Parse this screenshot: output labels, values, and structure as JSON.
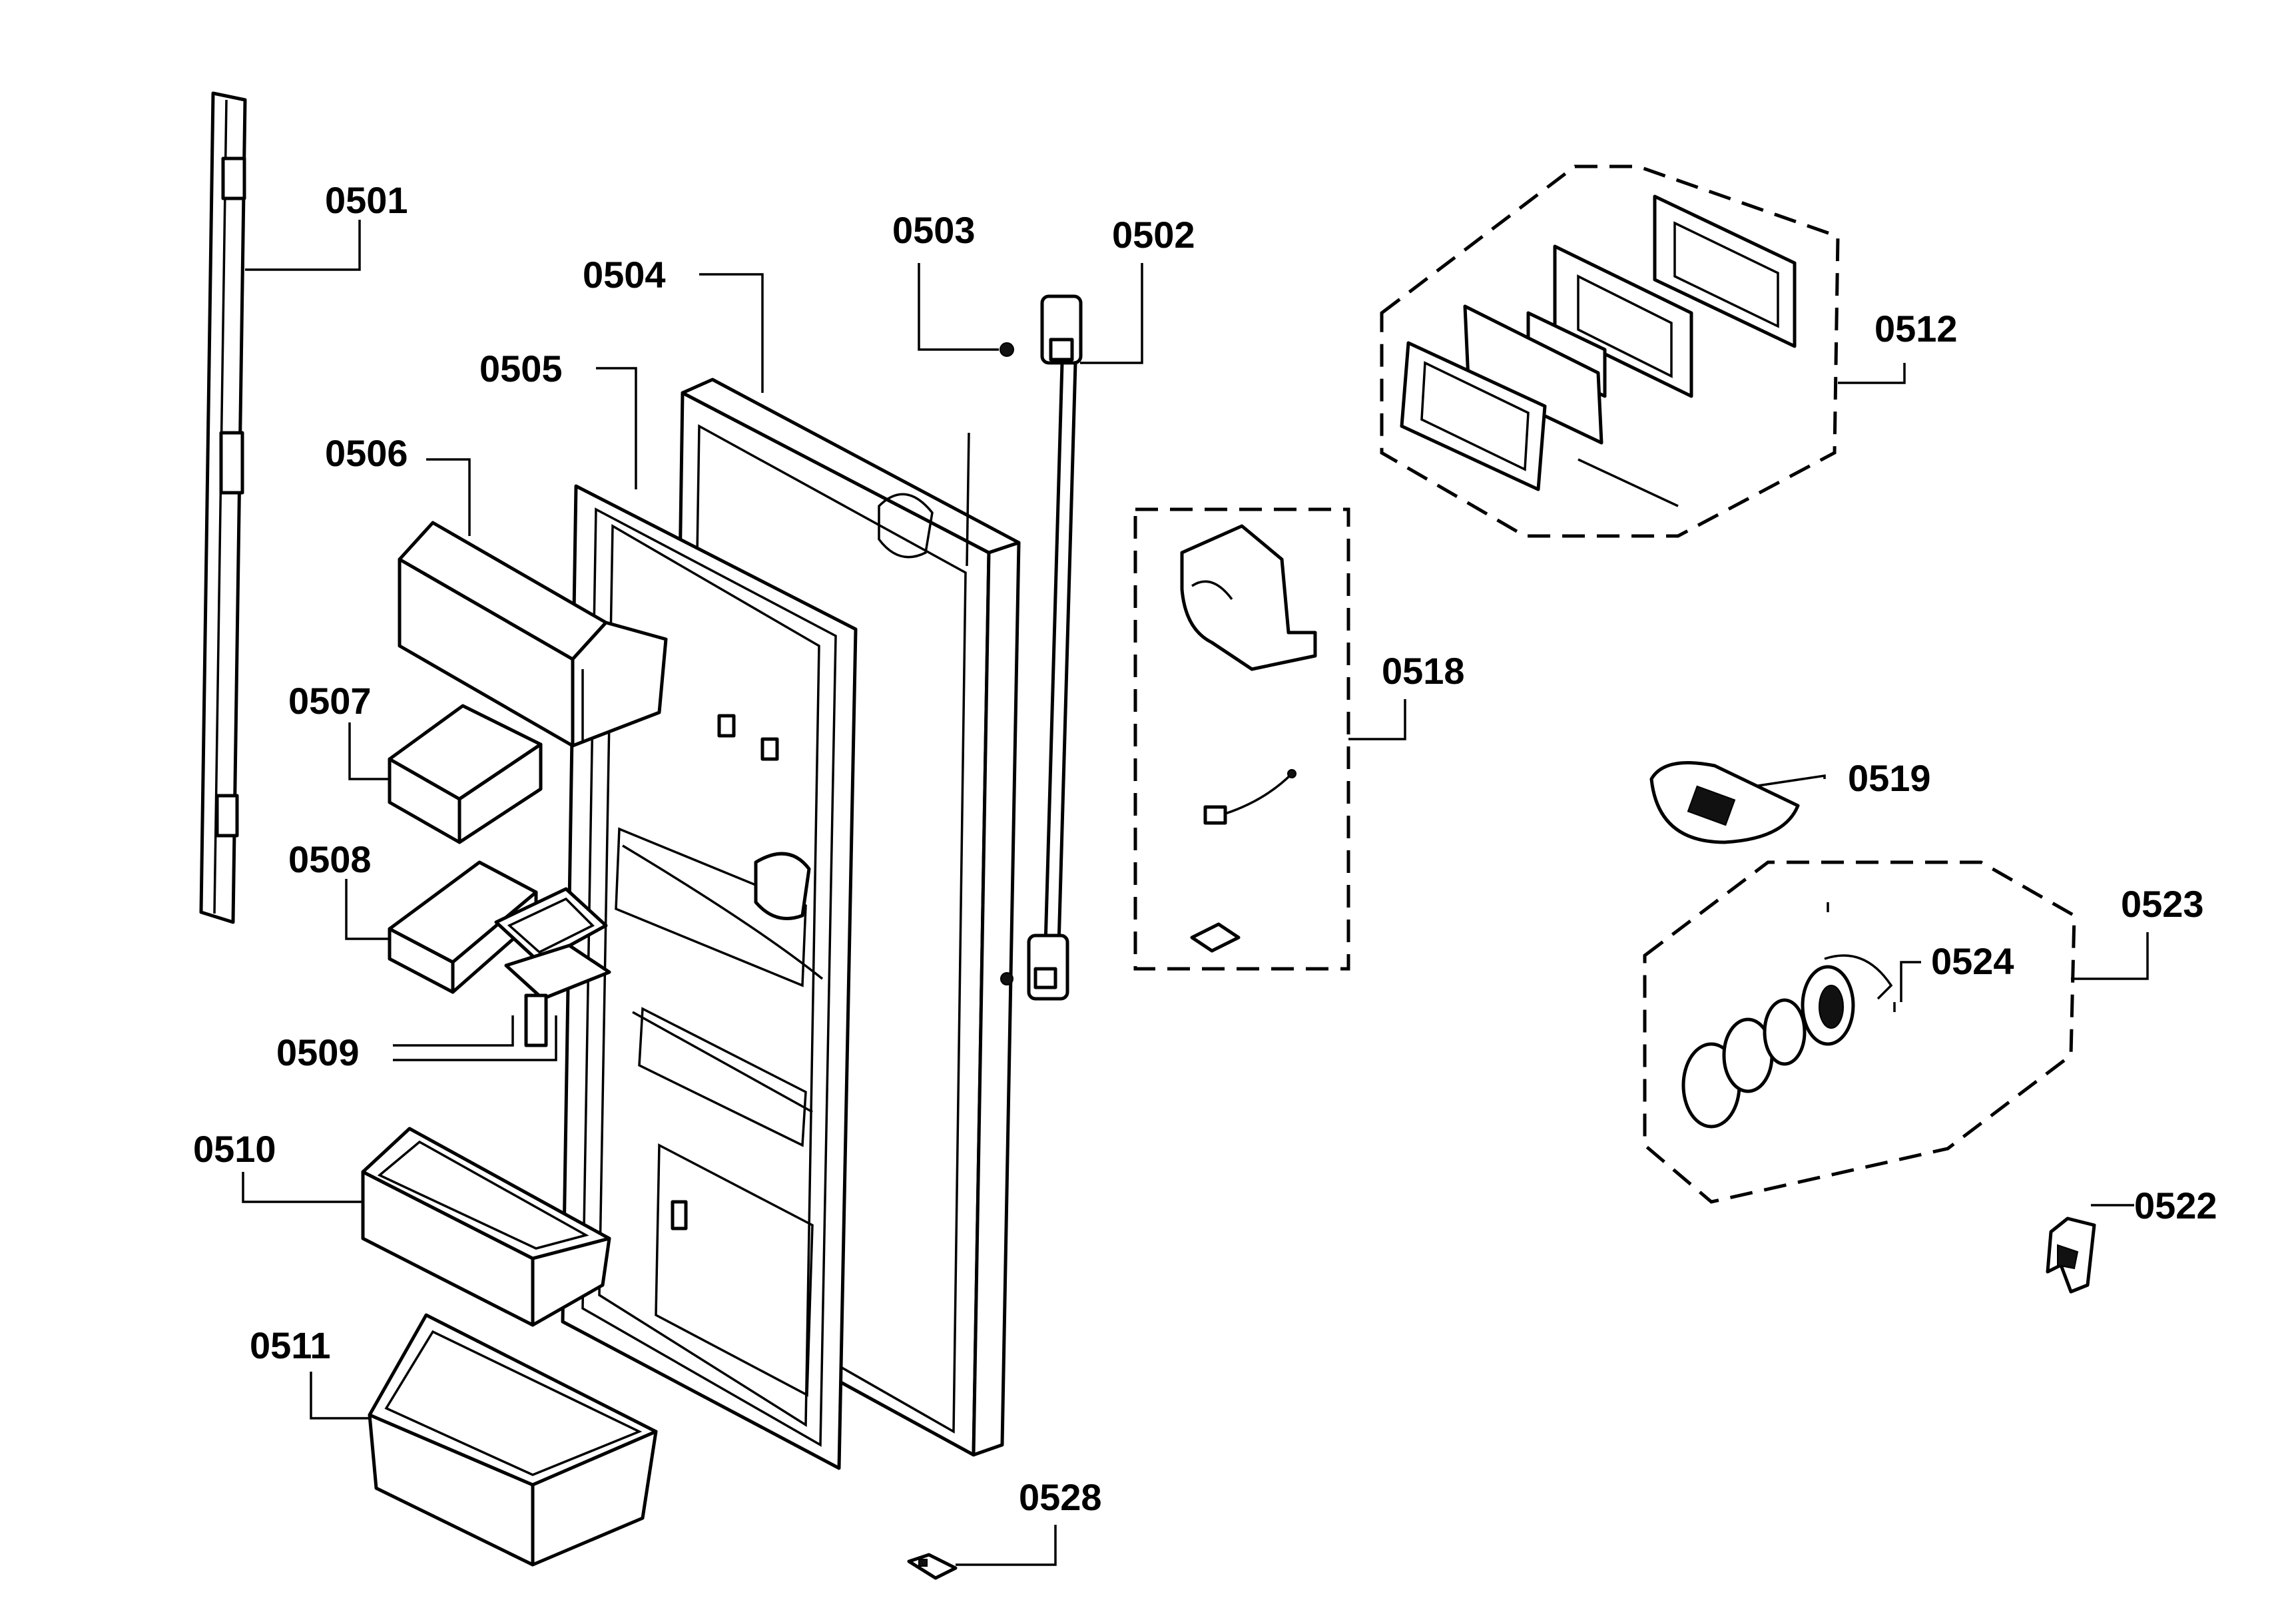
{
  "labels": {
    "p0501": "0501",
    "p0502": "0502",
    "p0503": "0503",
    "p0504": "0504",
    "p0505": "0505",
    "p0506": "0506",
    "p0507": "0507",
    "p0508": "0508",
    "p0509": "0509",
    "p0510": "0510",
    "p0511": "0511",
    "p0512": "0512",
    "p0518": "0518",
    "p0519": "0519",
    "p0522": "0522",
    "p0523": "0523",
    "p0524": "0524",
    "p0528": "0528"
  },
  "colors": {
    "ink": "#000000",
    "paper": "#ffffff"
  }
}
